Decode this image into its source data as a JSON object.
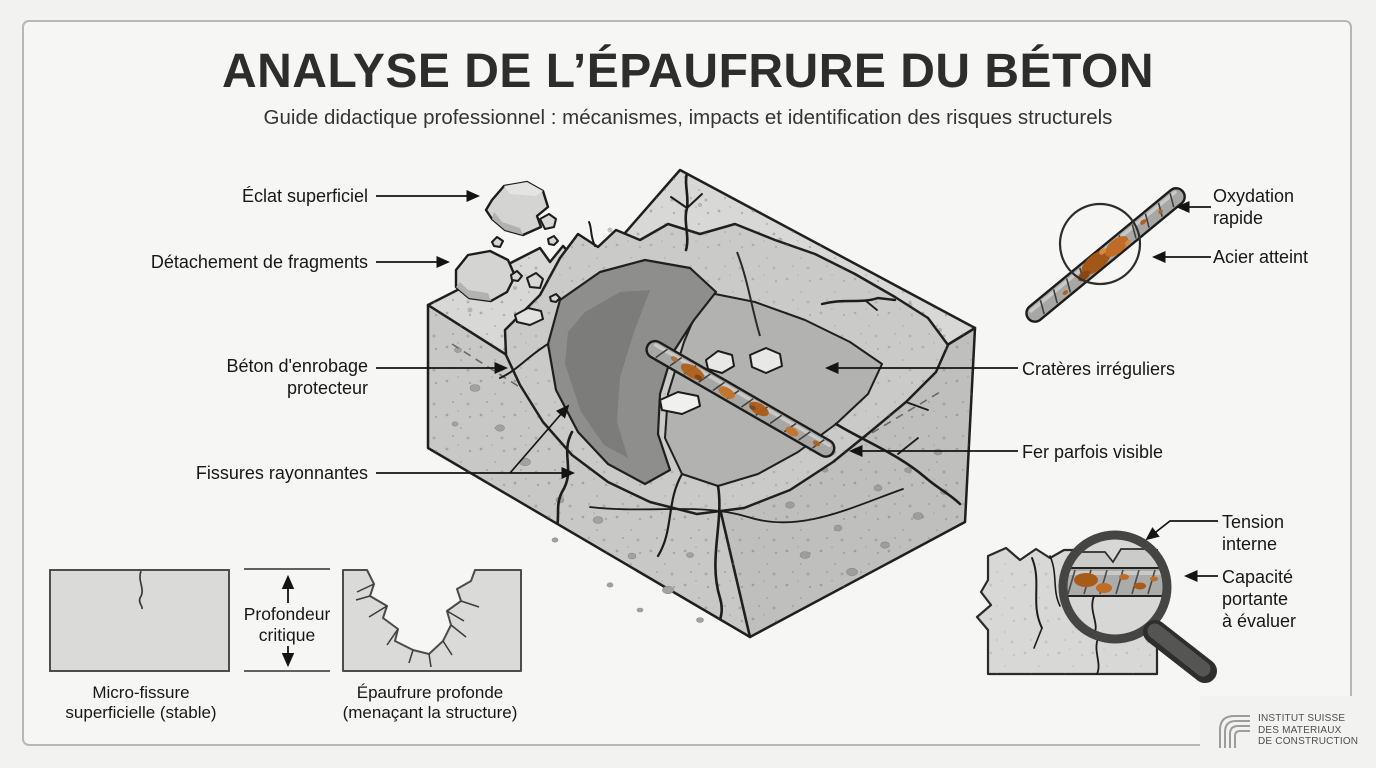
{
  "header": {
    "title": "ANALYSE DE L’ÉPAUFRURE DU BÉTON",
    "subtitle": "Guide didactique professionnel : mécanismes, impacts et identification des risques structurels"
  },
  "callouts_left": {
    "eclat": "Éclat superficiel",
    "detachement": "Détachement de fragments",
    "beton": [
      "Béton d'enrobage",
      "protecteur"
    ],
    "fissures": "Fissures rayonnantes"
  },
  "callouts_right": {
    "oxydation": [
      "Oxydation",
      "rapide"
    ],
    "acier": "Acier atteint",
    "crateres": "Cratères irréguliers",
    "fer": "Fer parfois visible",
    "tension": [
      "Tension",
      "interne"
    ],
    "capacite": [
      "Capacité",
      "portante",
      "à évaluer"
    ]
  },
  "comparison": {
    "depth_label": [
      "Profondeur",
      "critique"
    ],
    "left_caption": [
      "Micro-fissure",
      "superficielle (stable)"
    ],
    "right_caption": [
      "Épaufrure profonde",
      "(menaçant la structure)"
    ]
  },
  "logo": {
    "lines": [
      "INSTITUT SUISSE",
      "DES MATERIAUX",
      "DE CONSTRUCTION"
    ]
  },
  "icons": {
    "central": "concrete-block-spall-illustration",
    "top_right": "corroded-rebar-icon",
    "bottom_right": "magnifier-inspection-icon",
    "logo": "arch-logo-icon"
  },
  "colors": {
    "background": "#f2f2f0",
    "frame_border": "#b7b7b5",
    "ink": "#1c1c1a",
    "concrete_light": "#d8d8d6",
    "concrete_mid": "#c8c8c6",
    "crater_dark": "#8e8e8c",
    "rust": "#b0611c"
  }
}
